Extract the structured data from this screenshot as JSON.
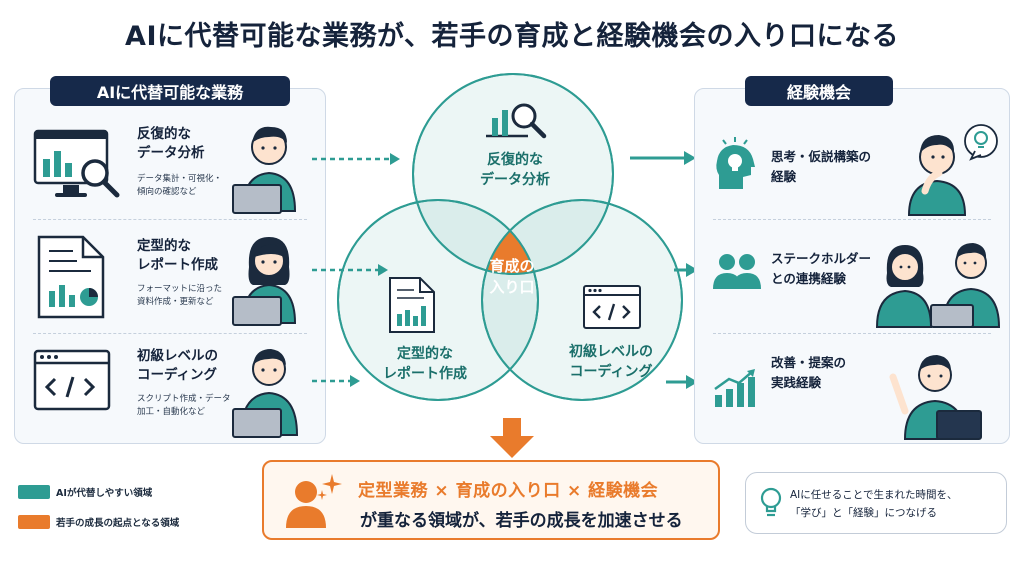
{
  "title": "AIに代替可能な業務が、若手の育成と経験機会の入り口になる",
  "left_panel": {
    "heading": "AIに代替可能な業務",
    "items": [
      {
        "title_line1": "反復的な",
        "title_line2": "データ分析",
        "desc_line1": "データ集計・可視化・",
        "desc_line2": "傾向の確認など"
      },
      {
        "title_line1": "定型的な",
        "title_line2": "レポート作成",
        "desc_line1": "フォーマットに沿った",
        "desc_line2": "資料作成・更新など"
      },
      {
        "title_line1": "初級レベルの",
        "title_line2": "コーディング",
        "desc_line1": "スクリプト作成・データ",
        "desc_line2": "加工・自動化など"
      }
    ]
  },
  "venn": {
    "top_line1": "反復的な",
    "top_line2": "データ分析",
    "left_line1": "定型的な",
    "left_line2": "レポート作成",
    "right_line1": "初級レベルの",
    "right_line2": "コーディング",
    "center_line1": "育成の",
    "center_line2": "入り口"
  },
  "right_panel": {
    "heading": "経験機会",
    "items": [
      {
        "title_line1": "思考・仮説構築の",
        "title_line2": "経験"
      },
      {
        "title_line1": "ステークホルダー",
        "title_line2": "との連携経験"
      },
      {
        "title_line1": "改善・提案の",
        "title_line2": "実践経験"
      }
    ]
  },
  "bottom": {
    "line1": "定型業務 × 育成の入り口 × 経験機会",
    "line2": "が重なる領域が、若手の成長を加速させる"
  },
  "legend": [
    {
      "label": "AIが代替しやすい領域",
      "color": "#2e9c93"
    },
    {
      "label": "若手の成長の起点となる領域",
      "color": "#e97b2c"
    }
  ],
  "note": {
    "line1": "AIに任せることで生まれた時間を、",
    "line2": "「学び」と「経験」につなげる"
  },
  "colors": {
    "teal": "#2e9c93",
    "orange": "#e97b2c",
    "navy": "#16294a"
  },
  "icons": {
    "row1": "monitor-chart-magnifier-icon",
    "row2": "report-document-icon",
    "row3": "code-window-icon",
    "exp1": "head-lightbulb-icon",
    "exp2": "people-group-icon",
    "exp3": "growth-chart-icon"
  }
}
